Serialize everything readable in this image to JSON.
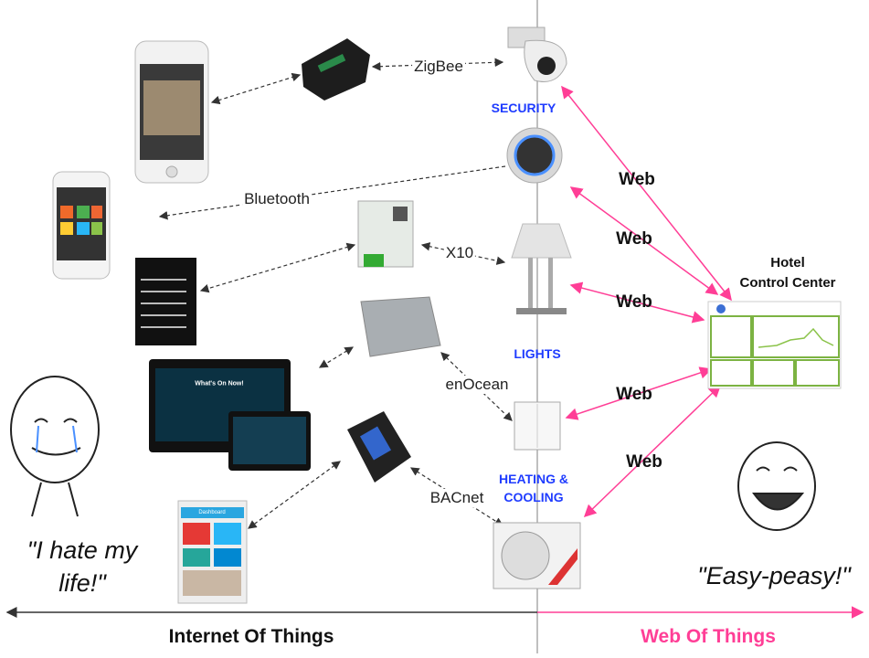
{
  "protocols": {
    "zigbee": "ZigBee",
    "bluetooth": "Bluetooth",
    "x10": "X10",
    "enocean": "enOcean",
    "bacnet": "BACnet"
  },
  "categories": {
    "security": "SECURITY",
    "lights": "LIGHTS",
    "heating_line1": "HEATING &",
    "heating_line2": "COOLING"
  },
  "web_labels": [
    "Web",
    "Web",
    "Web",
    "Web",
    "Web"
  ],
  "hotel": {
    "line1": "Hotel",
    "line2": "Control Center"
  },
  "quotes": {
    "sad": [
      "\"I hate my",
      "life!\""
    ],
    "happy": "\"Easy-peasy!\""
  },
  "footer": {
    "left": "Internet Of Things",
    "right": "Web Of Things"
  },
  "screens": {
    "tablet_title": "What's On Now!",
    "dashboard_title": "Dashboard"
  },
  "colors": {
    "web_arrow": "#ff3e96",
    "category": "#1f3cff",
    "dashed": "#333333",
    "divider": "#aaaaaa"
  }
}
